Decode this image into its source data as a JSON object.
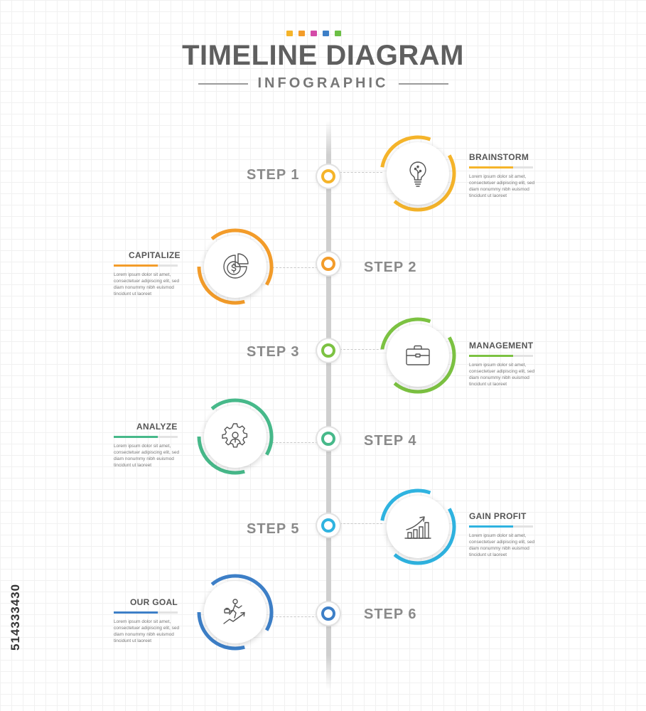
{
  "header": {
    "title": "TIMELINE DIAGRAM",
    "subtitle": "INFOGRAPHIC",
    "color_dots": [
      "#f5b42a",
      "#f39c2a",
      "#d44ba8",
      "#3d7fc7",
      "#6cbf45"
    ]
  },
  "steps": [
    {
      "label": "STEP 1",
      "title": "BRAINSTORM",
      "color": "#f5b42a",
      "icon": "lightbulb-icon",
      "text": [
        "Lorem ipsum dolor sit amet,",
        "consectetuer adipiscing elit, sed",
        "diam nonummy nibh euismod",
        "tincidunt ut laoreet"
      ]
    },
    {
      "label": "STEP 2",
      "title": "CAPITALIZE",
      "color": "#f39c2a",
      "icon": "dollar-chart-icon",
      "text": [
        "Lorem ipsum dolor sit amet,",
        "consectetuer adipiscing elit, sed",
        "diam nonummy nibh euismod",
        "tincidunt ut laoreet"
      ]
    },
    {
      "label": "STEP 3",
      "title": "MANAGEMENT",
      "color": "#7cc242",
      "icon": "briefcase-icon",
      "text": [
        "Lorem ipsum dolor sit amet,",
        "consectetuer adipiscing elit, sed",
        "diam nonummy nibh euismod",
        "tincidunt ut laoreet"
      ]
    },
    {
      "label": "STEP 4",
      "title": "ANALYZE",
      "color": "#47b98a",
      "icon": "gear-person-icon",
      "text": [
        "Lorem ipsum dolor sit amet,",
        "consectetuer adipiscing elit, sed",
        "diam nonummy nibh euismod",
        "tincidunt ut laoreet"
      ]
    },
    {
      "label": "STEP 5",
      "title": "GAIN PROFIT",
      "color": "#2fb3e0",
      "icon": "growth-chart-icon",
      "text": [
        "Lorem ipsum dolor sit amet,",
        "consectetuer adipiscing elit, sed",
        "diam nonummy nibh euismod",
        "tincidunt ut laoreet"
      ]
    },
    {
      "label": "STEP 6",
      "title": "OUR GOAL",
      "color": "#3d7fc7",
      "icon": "businessman-climbing-icon",
      "text": [
        "Lorem ipsum dolor sit amet,",
        "consectetuer adipiscing elit, sed",
        "diam nonummy nibh euismod",
        "tincidunt ut laoreet"
      ]
    }
  ],
  "watermark_id": "514333430"
}
